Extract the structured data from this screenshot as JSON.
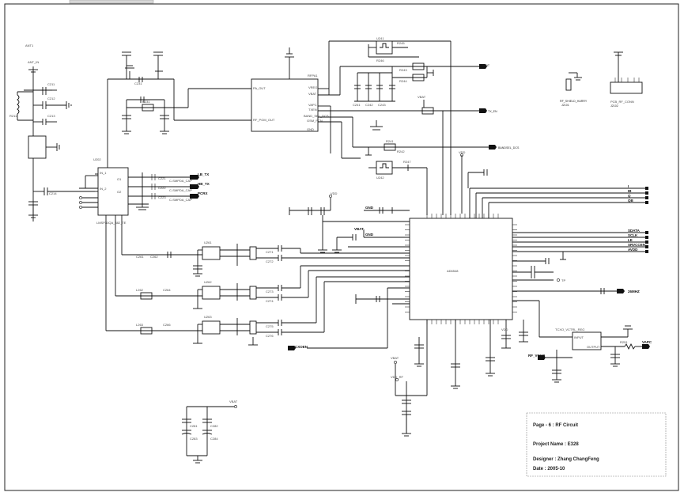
{
  "tab": {
    "label": ""
  },
  "title_block": {
    "page": "Page - 6 : RF Circuit",
    "project": "Project Name : E328",
    "designer": "Designer : Zhang ChangFeng",
    "date": "Date : 2005-10"
  },
  "nets": {
    "lb_tx": "LB_TX",
    "hb_tx": "HB_TX",
    "pcrx": "PCRX",
    "i": "I",
    "ib": "IB",
    "q": "Q",
    "qb": "QB",
    "sdata": "SDATA",
    "sclk": "SCLK",
    "le": "LE",
    "srvcc": "SRVCCEN",
    "avdd": "AVDD",
    "mhz26": "26MHZ",
    "vapc": "VAPC",
    "vcxoen": "VCXOEN",
    "rfvcxo": "RF_VCXO",
    "bandsel": "BANDSEL_DCS",
    "txen": "TX_EN",
    "gnd1": "GND",
    "gnd2": "GND",
    "vbat": "VBAT",
    "ant": "ANT",
    "vdd_rf": "VDDRF"
  },
  "components": {
    "rf_shield": "RF_SHIELD_HARRY",
    "shield_ref": "J2101",
    "conn_ref": "J2102",
    "pa": "PA_OUT",
    "transceiver": "AD6548"
  }
}
